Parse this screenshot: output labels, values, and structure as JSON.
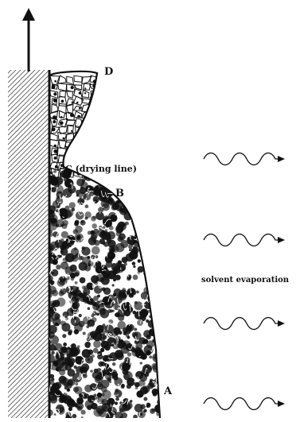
{
  "labels": {
    "A": "A",
    "B": "B",
    "C": "C (drying line)",
    "D": "D",
    "evaporation": "solvent evaporation"
  },
  "colors": {
    "ink": "#111111",
    "background": "#ffffff"
  },
  "icons": [
    "up-arrow-icon",
    "wavy-arrow-icon"
  ]
}
